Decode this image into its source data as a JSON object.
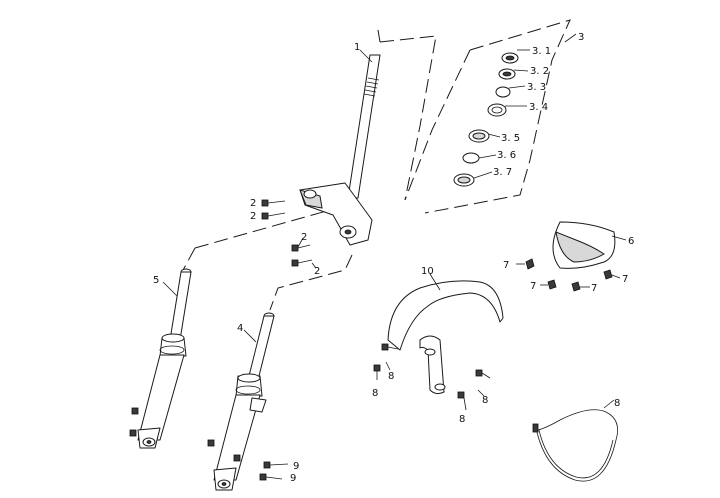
{
  "labels": {
    "l1": "1",
    "l2a": "2",
    "l2b": "2",
    "l2c": "2",
    "l2d": "2",
    "l3": "3",
    "l3_1": "3. 1",
    "l3_2": "3. 2",
    "l3_3": "3. 3",
    "l3_4": "3. 4",
    "l3_5": "3. 5",
    "l3_6": "3. 6",
    "l3_7": "3. 7",
    "l4": "4",
    "l5": "5",
    "l6": "6",
    "l7a": "7",
    "l7b": "7",
    "l7c": "7",
    "l7d": "7",
    "l8a": "8",
    "l8b": "8",
    "l8c": "8",
    "l8d": "8",
    "l8e": "8",
    "l9a": "9",
    "l9b": "9",
    "l10": "10"
  },
  "colors": {
    "line": "#1a1a1a",
    "background": "#ffffff",
    "shade": "#d8d8d8"
  }
}
